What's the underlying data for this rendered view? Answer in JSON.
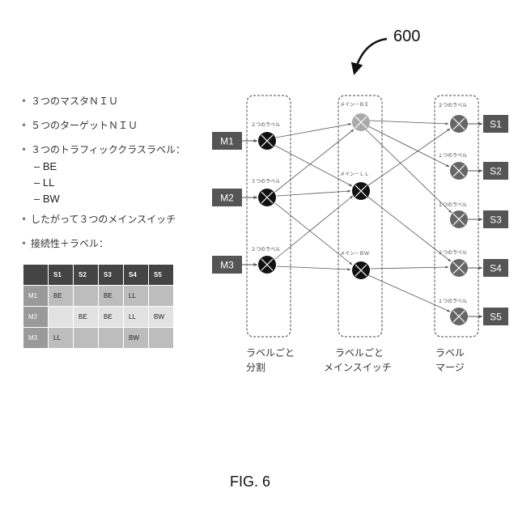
{
  "figure_number": "600",
  "caption": "FIG. 6",
  "bullets": [
    "３つのマスタＮＩＵ",
    "５つのターゲットＮＩＵ",
    "３つのトラフィッククラスラベル：",
    "したがって３つのメインスイッチ",
    "接続性＋ラベル："
  ],
  "traffic_classes": [
    "– BE",
    "– LL",
    "– BW"
  ],
  "table": {
    "header": [
      "",
      "S1",
      "S2",
      "S3",
      "S4",
      "S5"
    ],
    "rows": [
      [
        "M1",
        "BE",
        "",
        "BE",
        "LL",
        ""
      ],
      [
        "M2",
        "",
        "BE",
        "BE",
        "LL",
        "BW"
      ],
      [
        "M3",
        "LL",
        "",
        "",
        "BW",
        ""
      ]
    ]
  },
  "diagram": {
    "masters": [
      "M1",
      "M2",
      "M3"
    ],
    "targets": [
      "S1",
      "S2",
      "S3",
      "S4",
      "S5"
    ],
    "split_labels": [
      "２つのラベル",
      "３つのラベル",
      "２つのラベル"
    ],
    "switch_labels": [
      "メイン－ＢＥ",
      "メイン－ＬＬ",
      "メイン－ＢＷ"
    ],
    "merge_labels": [
      "２つのラベル",
      "１つのラベル",
      "１つのラベル",
      "２つのラベル",
      "１つのラベル"
    ],
    "column_labels": [
      [
        "ラベルごと",
        "分割"
      ],
      [
        "ラベルごと",
        "メインスイッチ"
      ],
      [
        "ラベル",
        "マージ"
      ]
    ]
  }
}
